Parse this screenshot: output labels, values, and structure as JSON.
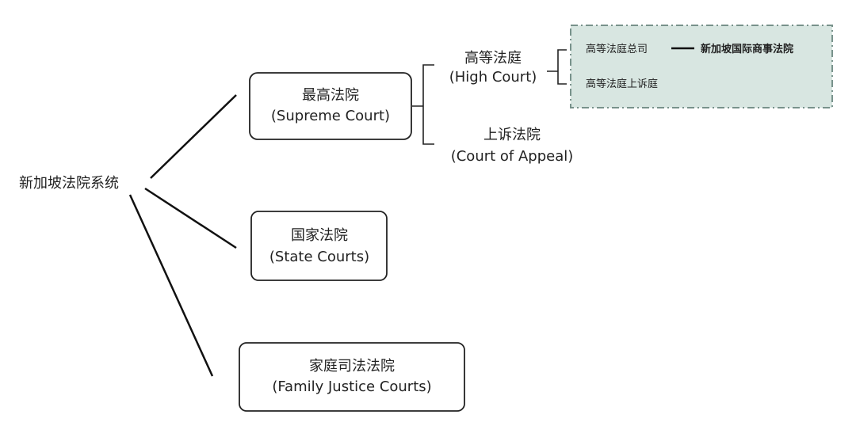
{
  "root": {
    "label": "新加坡法院系统"
  },
  "supreme_court": {
    "zh": "最高法院",
    "en": "(Supreme Court)"
  },
  "high_court": {
    "zh": "高等法庭",
    "en": "(High Court)"
  },
  "court_of_appeal": {
    "zh": "上诉法院",
    "en": "(Court of Appeal)"
  },
  "high_court_division": {
    "label": "高等法庭总司"
  },
  "sicc": {
    "label": "新加坡国际商事法院"
  },
  "appellate_division": {
    "label": "高等法庭上诉庭"
  },
  "state_courts": {
    "zh": "国家法院",
    "en": "(State Courts)"
  },
  "family_justice_courts": {
    "zh": "家庭司法法院",
    "en": "(Family Justice Courts)"
  },
  "colors": {
    "line": "#111111",
    "box_border": "#222222",
    "special_fill": "#d8e6e1",
    "special_border": "#78928b"
  }
}
